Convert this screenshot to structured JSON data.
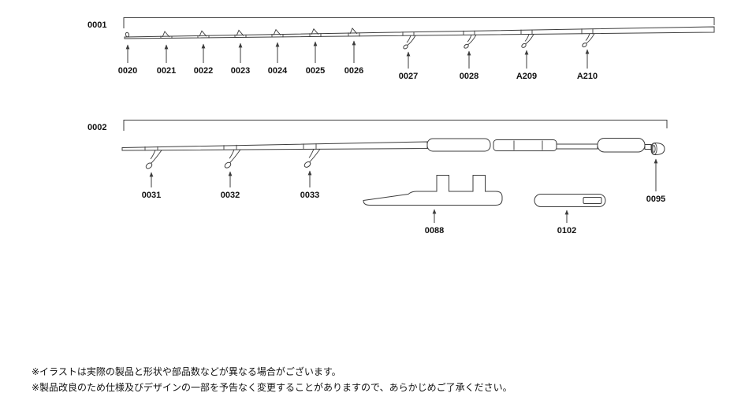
{
  "colors": {
    "background": "#ffffff",
    "line": "#3c3c3c",
    "text": "#111111"
  },
  "sections": [
    {
      "id": "0001",
      "parts": [
        "0020",
        "0021",
        "0022",
        "0023",
        "0024",
        "0025",
        "0026",
        "0027",
        "0028",
        "A209",
        "A210"
      ]
    },
    {
      "id": "0002",
      "parts": [
        "0031",
        "0032",
        "0033",
        "0088",
        "0102",
        "0095"
      ]
    }
  ],
  "footnotes": [
    "※イラストは実際の製品と形状や部品数などが異なる場合がございます。",
    "※製品改良のため仕様及びデザインの一部を予告なく変更することがありますので、あらかじめご了承ください。"
  ]
}
